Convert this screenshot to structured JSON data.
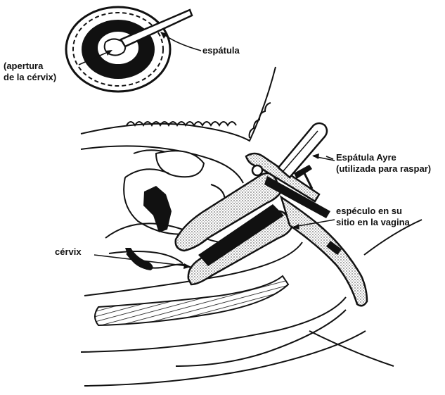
{
  "labels": {
    "apertura_line1": "(apertura",
    "apertura_line2": "de la cérvix)",
    "espatula": "espátula",
    "ayre_line1": "Espátula Ayre",
    "ayre_line2": "(utilizada para raspar)",
    "especulo_line1": "espéculo en su",
    "especulo_line2": "sitio en la vagina",
    "cervix": "cérvix"
  },
  "colors": {
    "ink": "#111111",
    "paper": "#ffffff",
    "stipple": "#9a9a9a"
  }
}
